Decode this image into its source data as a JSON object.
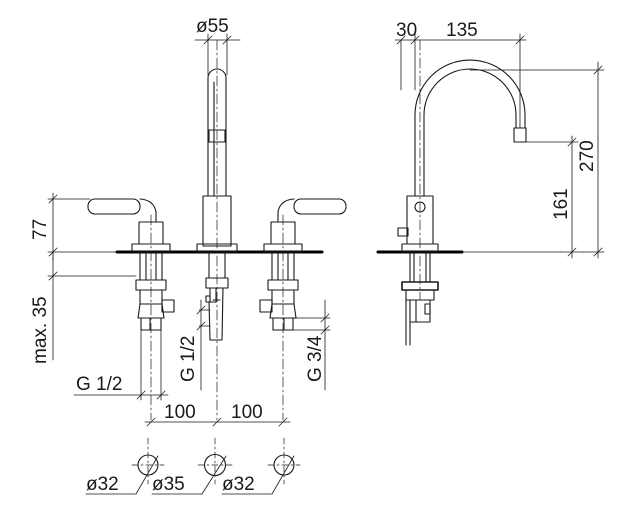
{
  "front_view": {
    "dim_top_diameter": "ø55",
    "dim_height_above_deck": "77",
    "dim_max_deck_thickness": "max. 35",
    "dim_thread_left": "G 1/2",
    "dim_thread_center": "G 1/2",
    "dim_thread_right": "G 3/4",
    "dim_spacing_left": "100",
    "dim_spacing_right": "100"
  },
  "holes": {
    "left": "ø32",
    "center": "ø35",
    "right": "ø32"
  },
  "side_view": {
    "dim_offset": "30",
    "dim_reach": "135",
    "dim_outlet_height": "161",
    "dim_total_height": "270"
  },
  "colors": {
    "line": "#1a1a1a",
    "deck": "#000000"
  }
}
